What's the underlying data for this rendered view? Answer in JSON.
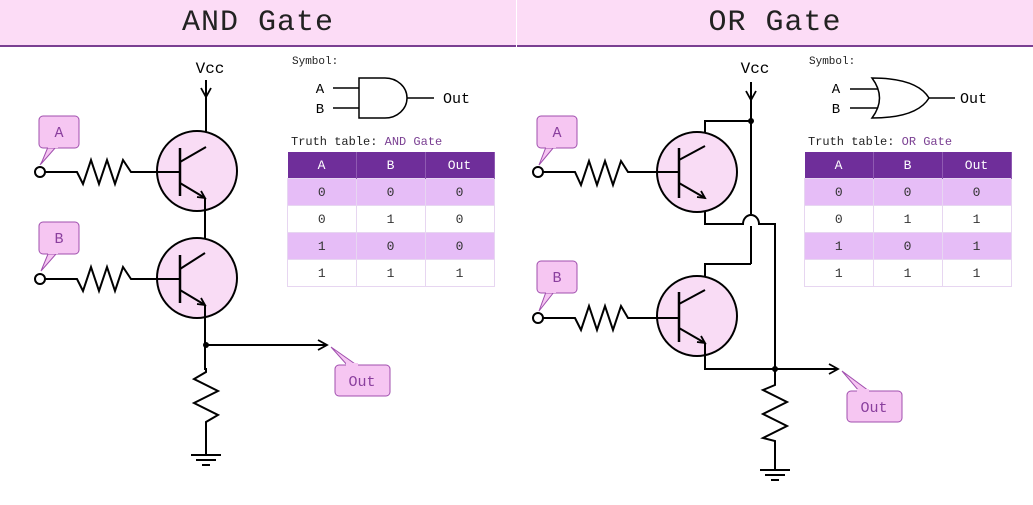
{
  "colors": {
    "header_bg": "#fcdcf6",
    "header_border": "#7a3f92",
    "table_header_bg": "#6f2e9a",
    "table_row_alt": "#e6bdf7",
    "transistor_fill": "#f9dcf5",
    "callout_fill": "#f6c6f2",
    "callout_border": "#a04fae",
    "callout_text": "#8a3f9e"
  },
  "and_gate": {
    "title": "AND Gate",
    "vcc_label": "Vcc",
    "symbol_label": "Symbol:",
    "symbol_inputs": [
      "A",
      "B"
    ],
    "symbol_output": "Out",
    "truth_table_label": "Truth table:",
    "truth_table_gate": "AND Gate",
    "truth_table": {
      "headers": [
        "A",
        "B",
        "Out"
      ],
      "rows": [
        [
          "0",
          "0",
          "0"
        ],
        [
          "0",
          "1",
          "0"
        ],
        [
          "1",
          "0",
          "0"
        ],
        [
          "1",
          "1",
          "1"
        ]
      ]
    },
    "callouts": {
      "input_a": "A",
      "input_b": "B",
      "output": "Out"
    }
  },
  "or_gate": {
    "title": "OR Gate",
    "vcc_label": "Vcc",
    "symbol_label": "Symbol:",
    "symbol_inputs": [
      "A",
      "B"
    ],
    "symbol_output": "Out",
    "truth_table_label": "Truth table:",
    "truth_table_gate": "OR Gate",
    "truth_table": {
      "headers": [
        "A",
        "B",
        "Out"
      ],
      "rows": [
        [
          "0",
          "0",
          "0"
        ],
        [
          "0",
          "1",
          "1"
        ],
        [
          "1",
          "0",
          "1"
        ],
        [
          "1",
          "1",
          "1"
        ]
      ]
    },
    "callouts": {
      "input_a": "A",
      "input_b": "B",
      "output": "Out"
    }
  }
}
